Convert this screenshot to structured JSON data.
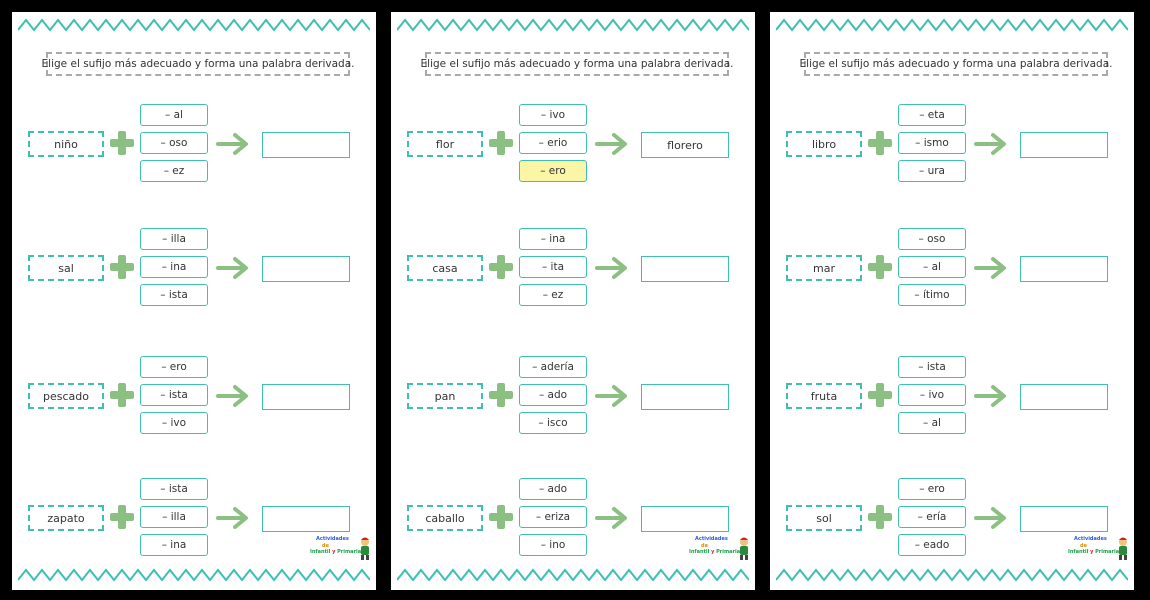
{
  "instruction": "Elige el sufijo más adecuado y forma una palabra derivada.",
  "logo": {
    "line1": "Actividades",
    "line2": "de",
    "line3a": "Infantil",
    "line3b": "y",
    "line3c": "Primaria"
  },
  "colors": {
    "accent": "#3ec0b0",
    "plus": "#8cc083",
    "arrow": "#8cc083",
    "highlight": "#fbf5a6",
    "zigzag": "#3ec0b0"
  },
  "sheets": [
    {
      "rows": [
        {
          "word": "niño",
          "suffixes": [
            "– al",
            "– oso",
            "– ez"
          ],
          "answer": ""
        },
        {
          "word": "sal",
          "suffixes": [
            "– illa",
            "– ina",
            "– ista"
          ],
          "answer": ""
        },
        {
          "word": "pescado",
          "suffixes": [
            "– ero",
            "– ista",
            "– ivo"
          ],
          "answer": ""
        },
        {
          "word": "zapato",
          "suffixes": [
            "– ista",
            "– illa",
            "– ina"
          ],
          "answer": ""
        }
      ]
    },
    {
      "rows": [
        {
          "word": "flor",
          "suffixes": [
            "– ivo",
            "– erio",
            "– ero"
          ],
          "answer": "florero",
          "highlight": 2
        },
        {
          "word": "casa",
          "suffixes": [
            "– ina",
            "– ita",
            "– ez"
          ],
          "answer": ""
        },
        {
          "word": "pan",
          "suffixes": [
            "– adería",
            "– ado",
            "– isco"
          ],
          "answer": ""
        },
        {
          "word": "caballo",
          "suffixes": [
            "– ado",
            "– eriza",
            "– ino"
          ],
          "answer": ""
        }
      ]
    },
    {
      "rows": [
        {
          "word": "libro",
          "suffixes": [
            "– eta",
            "– ismo",
            "– ura"
          ],
          "answer": ""
        },
        {
          "word": "mar",
          "suffixes": [
            "– oso",
            "– al",
            "– ítimo"
          ],
          "answer": ""
        },
        {
          "word": "fruta",
          "suffixes": [
            "– ista",
            "– ivo",
            "– al"
          ],
          "answer": ""
        },
        {
          "word": "sol",
          "suffixes": [
            "– ero",
            "– ería",
            "– eado"
          ],
          "answer": ""
        }
      ]
    }
  ]
}
